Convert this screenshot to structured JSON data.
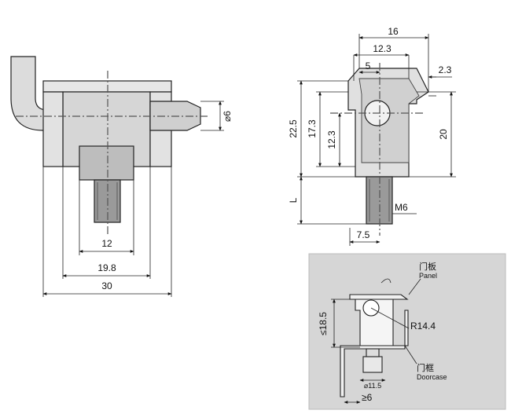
{
  "colors": {
    "part_fill": "#e3e3e3",
    "part_dark": "#b9b9b9",
    "line": "#222222",
    "inset_bg": "#d6d6d6"
  },
  "front_view": {
    "dims": {
      "d6": "⌀6",
      "w12": "12",
      "w19_8": "19.8",
      "w30": "30"
    }
  },
  "side_view": {
    "dims": {
      "w16": "16",
      "w12_3": "12.3",
      "w5": "5",
      "w2_3": "2.3",
      "h22_5": "22.5",
      "h17_3": "17.3",
      "h12_3": "12.3",
      "h20": "20",
      "L": "L",
      "M6": "M6",
      "w7_5": "7.5"
    }
  },
  "install_inset": {
    "panel_cn": "门板",
    "panel_en": "Panel",
    "frame_cn": "门框",
    "frame_en": "Doorcase",
    "h18_5": "≤18.5",
    "r14_4": "R14.4",
    "d11_5": "⌀11.5",
    "w6": "≥6"
  }
}
